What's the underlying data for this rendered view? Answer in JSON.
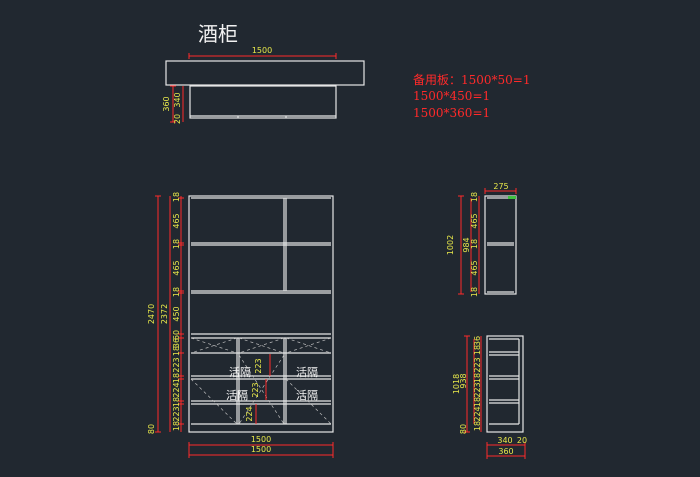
{
  "title": "酒柜",
  "notes": [
    "备用板：1500*50=1",
    "1500*450=1",
    "1500*360=1"
  ],
  "colors": {
    "background": "#212830",
    "line": "#e6e6e6",
    "dim_text": "#e8e84a",
    "dim_line": "#ff2a2a",
    "note": "#ff2a2a",
    "hint": "#9fe07a"
  },
  "top_view": {
    "width": "1500",
    "depths": [
      "360",
      "340",
      "20"
    ]
  },
  "front_view": {
    "heights_outer": [
      "2470",
      "80"
    ],
    "heights_inner": [
      "2372",
      "450"
    ],
    "upper_parts": [
      "18",
      "465",
      "18",
      "465",
      "18",
      "450",
      "60"
    ],
    "lower_parts": [
      "36",
      "18",
      "223",
      "18",
      "224",
      "18",
      "223",
      "18"
    ],
    "widths": [
      "1500",
      "1500"
    ],
    "internal_dims": [
      "223",
      "223",
      "224"
    ],
    "movable_label": "活隔"
  },
  "side_upper": {
    "width": "275",
    "overall": "1002",
    "middle": "984",
    "parts": [
      "18",
      "465",
      "18",
      "465",
      "18"
    ]
  },
  "side_lower": {
    "overall": "1018",
    "middle": "938",
    "base": "80",
    "parts": [
      "36",
      "18",
      "223",
      "18",
      "223",
      "18",
      "224",
      "18"
    ],
    "widths": [
      "340",
      "20",
      "360"
    ]
  }
}
